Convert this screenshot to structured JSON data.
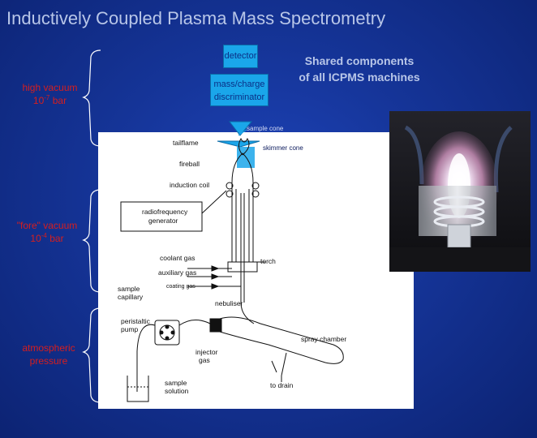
{
  "title": "Inductively Coupled Plasma Mass Spectrometry",
  "boxes": {
    "detector": "detector",
    "mass_line1": "mass/charge",
    "mass_line2": "discriminator"
  },
  "shared": {
    "line1": "Shared components",
    "line2": "of all ICPMS machines"
  },
  "regions": {
    "high_vacuum": {
      "line1": "high vacuum",
      "pressure_base": "10",
      "pressure_exp": "-7",
      "unit": "bar"
    },
    "fore_vacuum": {
      "line1": "\"fore\" vacuum",
      "pressure_base": "10",
      "pressure_exp": "-4",
      "unit": "bar"
    },
    "atmospheric": {
      "line1": "atmospheric",
      "line2": "pressure"
    }
  },
  "cones": {
    "sample": "sample cone",
    "skimmer": "skimmer cone"
  },
  "diagram_labels": {
    "tailflame": "tailflame",
    "fireball": "fireball",
    "induction_coil": "induction coil",
    "rf_line1": "radiofrequency",
    "rf_line2": "generator",
    "coolant_gas": "coolant gas",
    "auxiliary_gas": "auxiliary gas",
    "coating_gas": "coating gas",
    "torch": "torch",
    "sample_capillary_line1": "sample",
    "sample_capillary_line2": "capillary",
    "nebuliser": "nebuliser",
    "peristaltic_line1": "peristaltic",
    "peristaltic_line2": "pump",
    "spray_chamber": "spray chamber",
    "injector_line1": "injector",
    "injector_line2": "gas",
    "to_drain": "to drain",
    "sample_solution_line1": "sample",
    "sample_solution_line2": "solution"
  },
  "colors": {
    "background": "#153497",
    "box_fill": "#1aa6ea",
    "region_text": "#d61e1e",
    "title_text": "#b8c6e8"
  }
}
